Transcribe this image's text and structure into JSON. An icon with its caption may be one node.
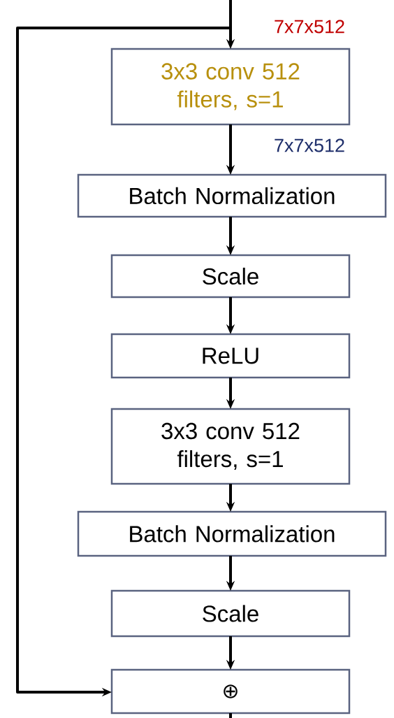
{
  "diagram": {
    "nodes": [
      {
        "text": [
          "3x3 conv 512 filters, s=1"
        ]
      },
      {
        "text": [
          "Batch Normalization"
        ]
      },
      {
        "text": [
          "Scale"
        ]
      },
      {
        "text": [
          "ReLU"
        ]
      },
      {
        "text": [
          "3x3 conv 512 filters, s=1"
        ]
      },
      {
        "text": [
          "Batch Normalization"
        ]
      },
      {
        "text": [
          "Scale"
        ]
      },
      {
        "text": [
          "⊕"
        ]
      }
    ],
    "edges": [
      {
        "from": null,
        "to": 0,
        "arrow": "to"
      },
      {
        "from": null,
        "to": 7,
        "arrow": "to"
      },
      {
        "from": 0,
        "to": 1,
        "arrow": "to"
      },
      {
        "from": 1,
        "to": 2,
        "arrow": "to"
      },
      {
        "from": 2,
        "to": 3,
        "arrow": "to"
      },
      {
        "from": 3,
        "to": 4,
        "arrow": "to"
      },
      {
        "from": 4,
        "to": 5,
        "arrow": "to"
      },
      {
        "from": 5,
        "to": 6,
        "arrow": "to"
      },
      {
        "from": 6,
        "to": 7,
        "arrow": "to"
      },
      {
        "from": 7,
        "to": null,
        "arrow": "none"
      }
    ],
    "labels": [
      "7x7x512",
      "7x7x512"
    ]
  }
}
